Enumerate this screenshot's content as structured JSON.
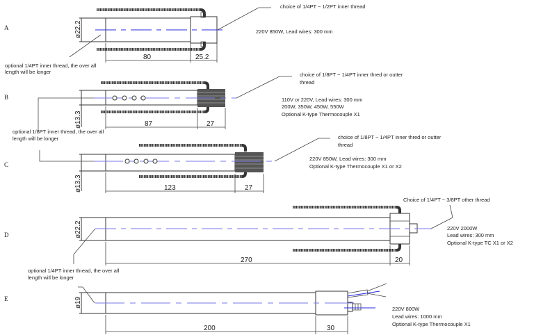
{
  "title": "Cartridge heater variants A-E dimensional drawing",
  "variants": [
    {
      "id": "A",
      "diameter": "ø22.2",
      "body_length": "80",
      "head_length": "25.2",
      "thread_note": "choice of 1/4PT ~ 1/2PT inner thread",
      "spec_lines": [
        "220V 850W, Lead wires: 300 mm"
      ],
      "optional_note": [
        "optional 1/4PT inner thread,  the  over all",
        "length will be longer"
      ]
    },
    {
      "id": "B",
      "diameter": "ø13.3",
      "body_length": "87",
      "head_length": "27",
      "thread_note": [
        "choice of 1/8PT ~ 1/4PT inner thred or outter",
        "thread"
      ],
      "spec_lines": [
        "110V or 220V, Lead wires: 300 mm",
        "200W, 350W, 450W, 550W",
        "Optional  K-type Thermocouple X1"
      ],
      "optional_note": [
        "optional 1/8PT inner thread, the over all",
        "length will be longer"
      ]
    },
    {
      "id": "C",
      "diameter": "ø13.3",
      "body_length": "123",
      "head_length": "27",
      "thread_note": [
        "choice of 1/8PT ~ 1/4PT inner thred or outter",
        "thread"
      ],
      "spec_lines": [
        "220V 850W, Lead wires: 300 mm",
        "Optional  K-type Thermocouple X1 or X2"
      ]
    },
    {
      "id": "D",
      "diameter": "ø22.2",
      "body_length": "270",
      "head_length": "20",
      "thread_note": "Choice of 1/4PT ~ 3/8PT other thread",
      "spec_lines": [
        "220V 2000W",
        "Lead wires: 300 mm",
        "Optional  K-type TC X1 or X2"
      ],
      "optional_note": [
        "optional 1/4PT inner thread,  the  over all",
        "length will be longer"
      ]
    },
    {
      "id": "E",
      "diameter": "ø19",
      "body_length": "200",
      "head_length": "30",
      "spec_lines": [
        "220V 800W",
        "Lead wires: 1000 mm",
        "Optional K-type Thermocouple X1"
      ]
    }
  ]
}
